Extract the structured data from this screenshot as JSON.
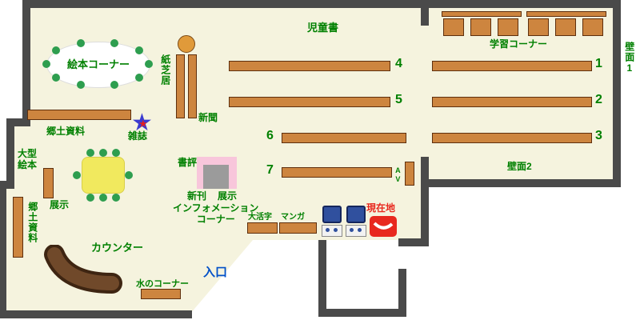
{
  "labels": {
    "children_books": "児童書",
    "study_corner": "学習コーナー",
    "wall_face_1": "壁面1",
    "wall_face_2": "壁面2",
    "picture_book_corner": "絵本コーナー",
    "kamishibai": "紙芝居",
    "newspaper": "新聞",
    "magazine": "雑誌",
    "local_materials_top": "郷土資料",
    "large_picture_books_line1": "大型",
    "large_picture_books_line2": "絵本",
    "exhibit_left": "展示",
    "local_materials_left": "郷土資料",
    "book_review": "書評",
    "new_books": "新刊",
    "exhibit_center": "展示",
    "information_line1": "インフォメーション",
    "information_line2": "コーナー",
    "large_print": "大活字",
    "manga": "マンガ",
    "current_location": "現在地",
    "counter": "カウンター",
    "water_corner": "水のコーナー",
    "entrance": "入口",
    "av": "AV"
  },
  "shelf_numbers": {
    "n1": "1",
    "n2": "2",
    "n3": "3",
    "n4": "4",
    "n5": "5",
    "n6": "6",
    "n7": "7"
  },
  "icons": {
    "star": "★"
  },
  "colors": {
    "floor": "#f5f3de",
    "wall": "#4a4a4a",
    "shelf_fill": "#cd853f",
    "shelf_border": "#5e2f0d",
    "label_green": "#008000",
    "entrance_blue": "#0050c8",
    "location_red": "#e8281e",
    "table_yellow": "#f1e95e",
    "display_pink": "#f8c6db",
    "chair_dot_green": "#2e9e4f"
  }
}
